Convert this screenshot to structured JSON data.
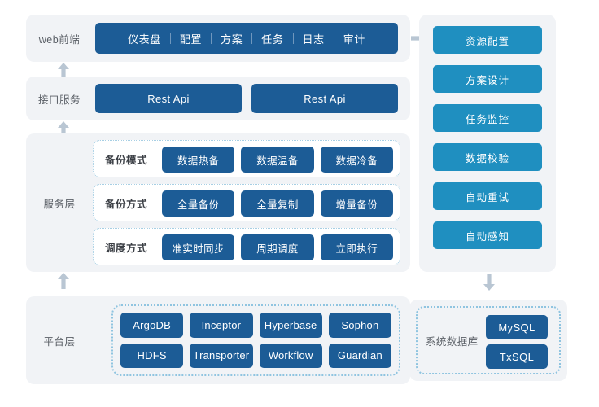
{
  "colors": {
    "panel_bg": "#f1f3f6",
    "blue": "#1c5c96",
    "cyan": "#1f8fc0",
    "dotted_border": "#8fc4e0",
    "arrow": "#b9c6d3",
    "label_text": "#5a5f66"
  },
  "web": {
    "label": "web前端",
    "nav_items": [
      "仪表盘",
      "配置",
      "方案",
      "任务",
      "日志",
      "审计"
    ]
  },
  "api": {
    "label": "接口服务",
    "boxes": [
      "Rest Api",
      "Rest Api"
    ]
  },
  "service": {
    "label": "服务层",
    "rows": [
      {
        "category": "备份模式",
        "items": [
          "数据热备",
          "数据温备",
          "数据冷备"
        ]
      },
      {
        "category": "备份方式",
        "items": [
          "全量备份",
          "全量复制",
          "增量备份"
        ]
      },
      {
        "category": "调度方式",
        "items": [
          "准实时同步",
          "周期调度",
          "立即执行"
        ]
      }
    ]
  },
  "platform": {
    "label": "平台层",
    "items": [
      "ArgoDB",
      "Inceptor",
      "Hyperbase",
      "Sophon",
      "HDFS",
      "Transporter",
      "Workflow",
      "Guardian"
    ]
  },
  "right_panel": {
    "items": [
      "资源配置",
      "方案设计",
      "任务监控",
      "数据校验",
      "自动重试",
      "自动感知"
    ]
  },
  "sysdb": {
    "label": "系统数据库",
    "items": [
      "MySQL",
      "TxSQL"
    ]
  }
}
